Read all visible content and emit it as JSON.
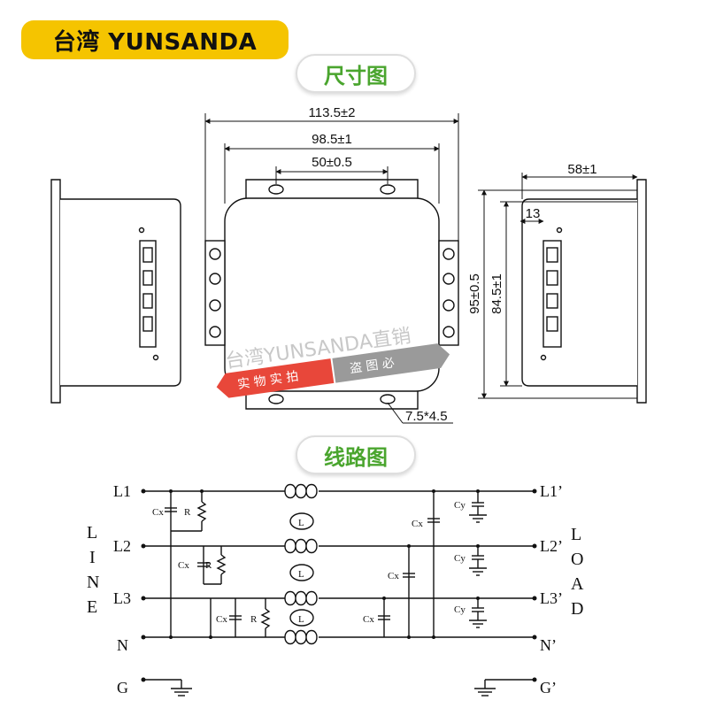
{
  "header": {
    "brand": "台湾 YUNSANDA",
    "section_dimensions": "尺寸图",
    "section_circuit": "线路图"
  },
  "dimensions": {
    "overall_width": "113.5±2",
    "inner_width": "98.5±1",
    "hole_spacing": "50±0.5",
    "depth": "58±1",
    "offset": "13",
    "height": "95±0.5",
    "inner_height": "84.5±1",
    "slot": "7.5*4.5"
  },
  "watermark": {
    "line1": "台湾YUNSANDA直销",
    "line2a": "实 物 实 拍",
    "line2b": "盗 图 必"
  },
  "circuit": {
    "left_labels": [
      "L1",
      "L2",
      "L3",
      "N",
      "G"
    ],
    "right_labels": [
      "L1’",
      "L2’",
      "L3’",
      "N’",
      "G’"
    ],
    "side_left": [
      "L",
      "I",
      "N",
      "E"
    ],
    "side_right": [
      "L",
      "O",
      "A",
      "D"
    ],
    "cx": "Cx",
    "cy": "Cy",
    "r": "R",
    "inductor": "L"
  },
  "colors": {
    "brand_bg": "#f5c400",
    "section_green": "#4aa52e",
    "watermark_red": "#e8473a"
  }
}
